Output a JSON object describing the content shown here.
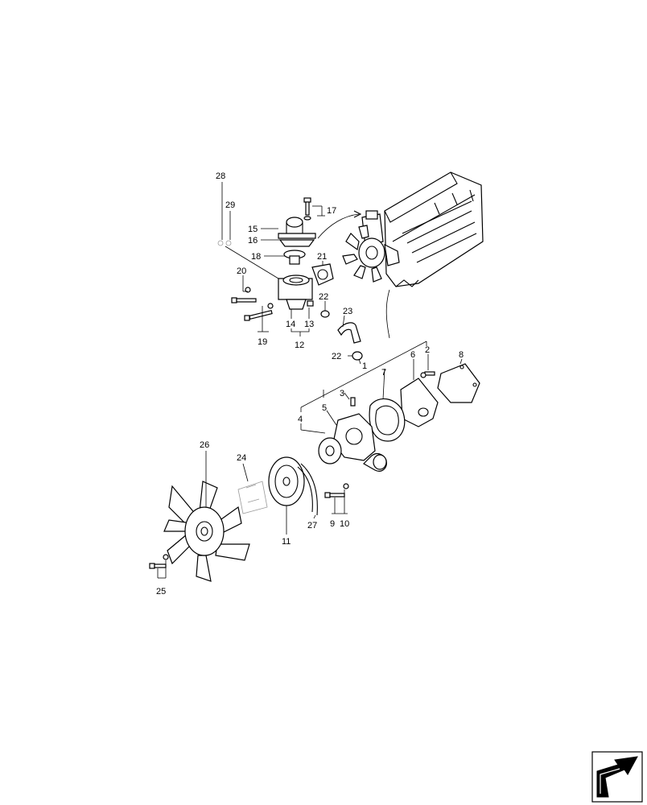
{
  "callouts": [
    {
      "id": "c1",
      "text": "1"
    },
    {
      "id": "c2",
      "text": "2"
    },
    {
      "id": "c3",
      "text": "3"
    },
    {
      "id": "c4",
      "text": "4"
    },
    {
      "id": "c5",
      "text": "5"
    },
    {
      "id": "c6",
      "text": "6"
    },
    {
      "id": "c7",
      "text": "7"
    },
    {
      "id": "c8",
      "text": "8"
    },
    {
      "id": "c9",
      "text": "9"
    },
    {
      "id": "c10",
      "text": "10"
    },
    {
      "id": "c11",
      "text": "11"
    },
    {
      "id": "c12",
      "text": "12"
    },
    {
      "id": "c13",
      "text": "13"
    },
    {
      "id": "c14",
      "text": "14"
    },
    {
      "id": "c15",
      "text": "15"
    },
    {
      "id": "c16",
      "text": "16"
    },
    {
      "id": "c17",
      "text": "17"
    },
    {
      "id": "c18",
      "text": "18"
    },
    {
      "id": "c19",
      "text": "19"
    },
    {
      "id": "c20",
      "text": "20"
    },
    {
      "id": "c21",
      "text": "21"
    },
    {
      "id": "c22a",
      "text": "22"
    },
    {
      "id": "c22b",
      "text": "22"
    },
    {
      "id": "c23",
      "text": "23"
    },
    {
      "id": "c24",
      "text": "24"
    },
    {
      "id": "c25",
      "text": "25"
    },
    {
      "id": "c26",
      "text": "26"
    },
    {
      "id": "c27",
      "text": "27"
    },
    {
      "id": "c28",
      "text": "28"
    },
    {
      "id": "c29",
      "text": "29"
    }
  ],
  "nav": {
    "icon": "arrow-next-page-icon"
  }
}
